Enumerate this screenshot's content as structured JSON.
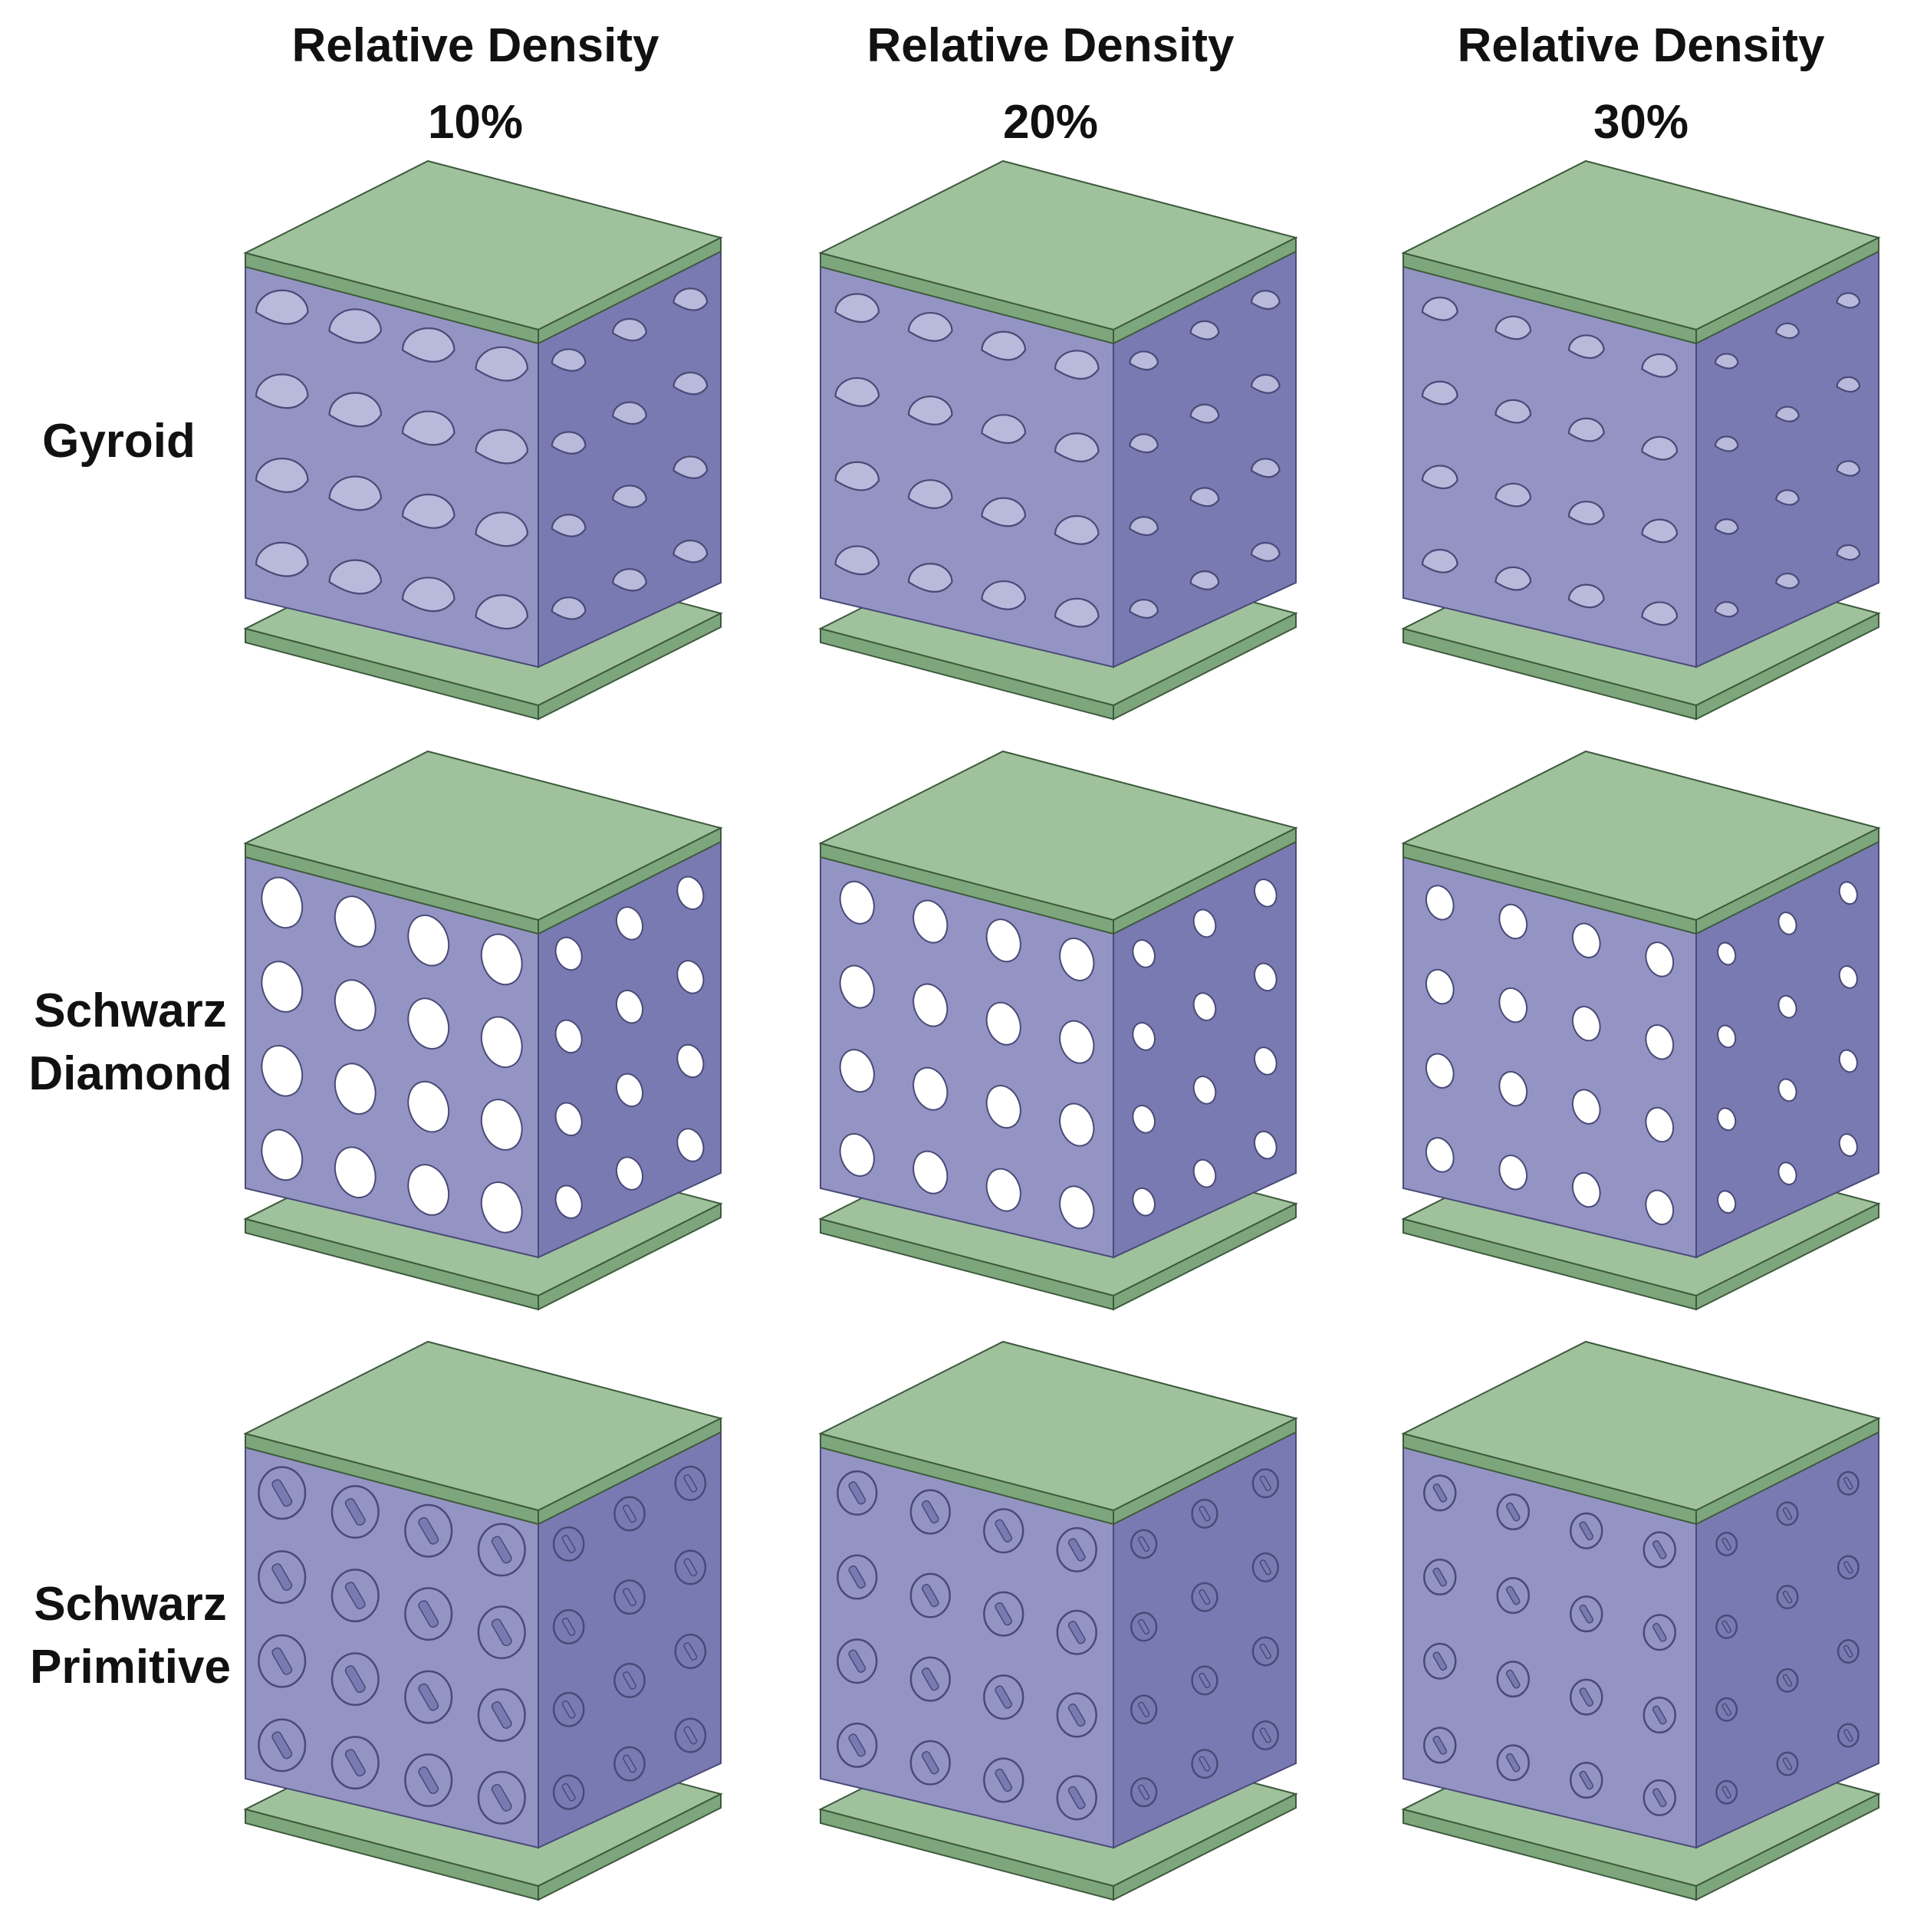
{
  "columns": [
    {
      "line1": "Relative Density",
      "line2": "10%"
    },
    {
      "line1": "Relative Density",
      "line2": "20%"
    },
    {
      "line1": "Relative Density",
      "line2": "30%"
    }
  ],
  "rows": [
    {
      "line1": "Gyroid",
      "line2": ""
    },
    {
      "line1": "Schwarz",
      "line2": "Diamond"
    },
    {
      "line1": "Schwarz",
      "line2": "Primitive"
    }
  ],
  "structure_types": [
    "gyroid",
    "diamond",
    "primitive"
  ],
  "relative_density_values": [
    0.1,
    0.2,
    0.3
  ],
  "colors": {
    "plate_top": "#9fc29d",
    "plate_edge": "#7ea67c",
    "plate_outline": "#3d5a3c",
    "lattice": "#9494c4",
    "lattice_dark": "#7a7ab2",
    "lattice_outline": "#4a4a78",
    "background": "#ffffff"
  }
}
